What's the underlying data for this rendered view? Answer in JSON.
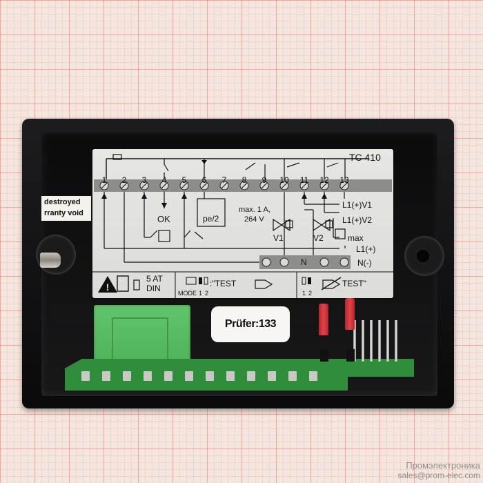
{
  "warranty_sticker": {
    "line1": "destroyed",
    "line2": "rranty void"
  },
  "label": {
    "model": "TC 410",
    "terminals": [
      "1",
      "2",
      "3",
      "4",
      "5",
      "6",
      "7",
      "8",
      "9",
      "10",
      "11",
      "12",
      "13"
    ],
    "ok": "OK",
    "pressure": "pe/2",
    "rating_line1": "max. 1 A,",
    "rating_line2": "264 V",
    "v1": "V1",
    "v2": "V2",
    "max": "max",
    "l1_v1": "L1(+)V1",
    "l1_v2": "L1(+)V2",
    "l1": "L1(+)",
    "n_minus": "N(-)",
    "n": "N",
    "fuse_line1": "5 AT",
    "fuse_line2": "DIN",
    "mode": "MODE",
    "mode_1": "1",
    "mode_2": "2",
    "test_left": ":\"TEST",
    "test_right": "TEST\"",
    "bottom_1": "1",
    "bottom_2": "2"
  },
  "tester_label": "Prüfer:133",
  "watermark": {
    "brand": "Промэлектроника",
    "email": "sales@prom-elec.com"
  },
  "colors": {
    "enclosure": "#111113",
    "label_bg": "#e0e0dc",
    "connector_green": "#57b862",
    "pcb_green": "#2f8d3b",
    "jumper_red": "#d63a41",
    "graph_paper_line": "#dc786e"
  }
}
